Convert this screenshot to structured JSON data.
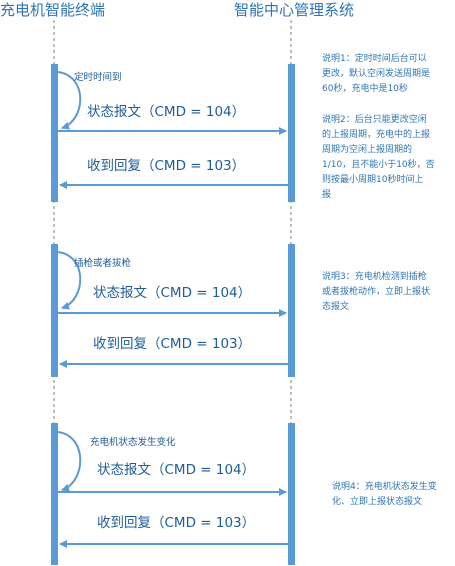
{
  "participants": {
    "left": "充电机智能终端",
    "right": "智能中心管理系统"
  },
  "colors": {
    "bar": "#5b9bd5",
    "lifeline": "#7f7f7f",
    "text": "#2f75b5"
  },
  "blocks": [
    {
      "trigger": "定时时间到",
      "request": "状态报文（CMD = 104）",
      "response": "收到回复（CMD = 103）",
      "note_lines": [
        "说明1：定时时间后台可以",
        "更改，默认空闲发送周期是",
        "60秒，充电中是10秒"
      ],
      "note2_lines": [
        "说明2：后台只能更改空闲",
        "的上报周期，充电中的上报",
        "周期为空闲上报周期的",
        "1/10，且不能小于10秒，否",
        "则按最小周期10秒时间上",
        "报"
      ]
    },
    {
      "trigger": "插枪或者拔枪",
      "request": "状态报文（CMD = 104）",
      "response": "收到回复（CMD = 103）",
      "note_lines": [
        "说明3：充电机检测到插枪",
        "或者拔枪动作，立即上报状",
        "态报文"
      ]
    },
    {
      "trigger": "充电机状态发生变化",
      "request": "状态报文（CMD = 104）",
      "response": "收到回复（CMD = 103）",
      "note_lines": [
        "说明4：充电机状态发生变",
        "化、立即上报状态报文"
      ]
    }
  ]
}
